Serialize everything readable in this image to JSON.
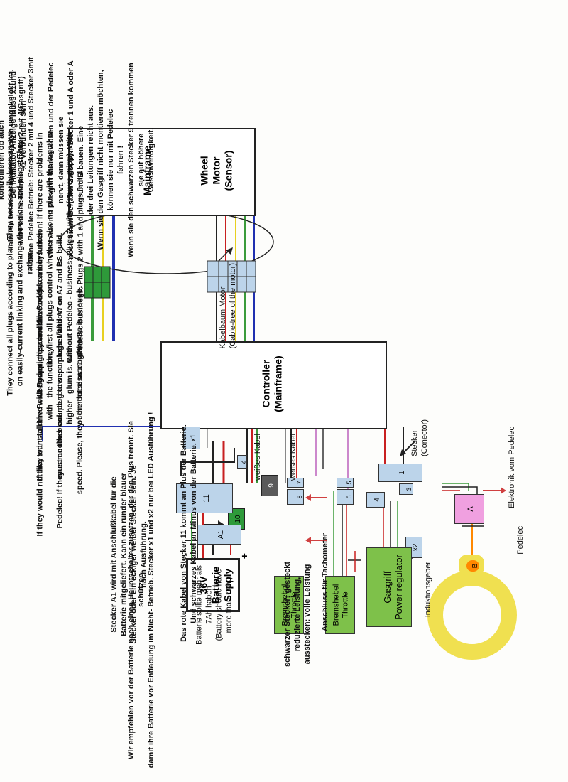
{
  "text_de_top": "Verbinden sie alle Stecker laut Plan. Achten sie unbedingt auf\nleichtgängiges Zusammenfügen und nicht vertauschen der Farben und\nStecker! Überprüfen sie lieber 3mal bevor sie es in Funktion nehmen!\nGibt es Probleme in der Funktion, zuerst alle Stecker kontrollieren ob auch\nkein Pin beim zusammenstecken umgeknickt ist.\nMit Pedelec Betrieb : Stecker2 mit 4(Gasgriff)\nOhne Pedelec Betrieb: Stecker 2 mit 4 und Stecker 3mit 4\nWenn sie mit Gasgriff fahren wollen und der Pedelec nervt, dann müssen sie\nnoch einen Schalter zwischen Stecker 1 und A oder A und B bauen. Eine\nder drei Leitungen reicht aus.\nWenn sie den Gasgriff nicht montieren möchten, können sie nur mit Pedelec\nfahren !\nWenn sie den schwarzen Stecker 9 trennen kommen sie auf höhere\nGeschwindigkeit.",
  "text_de_indikator": "Bei Indikator-Anzeige muss x1und\nx2 verbunden sein",
  "text_en_1": "They connect all plugs according to plan. They necessarily keep an eye\non easily-current linking and exchange the colors and plugs! They rather\n3-sometimes check before taken it in function! If there are problems in\nthe function, first all plugs control whether also no pin with the together-is\nglum is. Without Pedelec - business: Plugs 2 with 4(Power gripp). With\nPedelec business: Plugs 2 with 1 and plugs 3nit 4",
  "text_en_2": "If they want to drive with Power gripp and the Pedelec annoys, then they\nmust another counter between plugs 1 and A7 or A7 and BS build. One\nof the three managements is enough.",
  "text_en_3": "If they would not like to install the Power gripp, they can drive only with\nPedelec! If they come the black plug to separate her/it/them on higher\nspeed. Please, they connect also x1 with x2.",
  "text_batterie": "Das rote Kabel von Stecker 11 kommt an Plus der Batterie.\nUnd schwarzes Kabel an Minus von der Batterie.",
  "text_hauptschalter": "Wir empfehlen vor der Batterie noch einen Hauptschalter zusetzen, der den Plus trennt. Sie schützen\ndamit ihre Batterie vor Entladung im Nicht- Betrieb. Stecker x1 und x2 nur bei LED Ausführung !",
  "text_a1": "Stecker A1 wird mit Anschlußkabel für die\nBatterie mitgeliefert. Kann ein runder blauer\nStecker oder ein eckiger weißer Stecker sein. Je\nnach Ausführung.",
  "text_batt_min": "Batterie sollte mehr als\n7Ah haben\n(Battery should have\nmore than 7Ah )",
  "text_x1x2": "Stecker x1 muss mit\nx2 verbunden\nwerden",
  "text_schwarz": "schwarzer Stecker: gesteckt\nreduzierte Leistung,\nausstecken: volle Leistung",
  "label_wheel_motor": "Wheel\nMotor\n(Sensor)",
  "label_mainframe": "Mainframe",
  "label_controller": "Controller\n(Mainframe)",
  "label_kabelbaum": "Kabelbaum Motor\n(Cable-tree of the motor)",
  "label_stecker": "Stecker\n(Conector)",
  "label_elektronik": "Elektronik vom Pedelec",
  "label_pedelec": "Pedelec",
  "label_induktion": "Induktionsgeber",
  "label_weisses": "weißes Kabel",
  "label_tacho": "Anschluss für Tachometer",
  "label_gasgriff": "Gasgriff\nPower regulator",
  "label_brems1": "Bremshebel\nThrottle",
  "label_brems2": "Bremshebel\nThrottle",
  "label_battery_box": "36V\nBatterie\nSupply",
  "plugs": [
    "1",
    "2",
    "3",
    "4",
    "5",
    "6",
    "7",
    "8",
    "9",
    "10",
    "11",
    "A",
    "B",
    "A1",
    "x1",
    "x2"
  ],
  "polarity": {
    "plus": "+",
    "minus": "-"
  }
}
